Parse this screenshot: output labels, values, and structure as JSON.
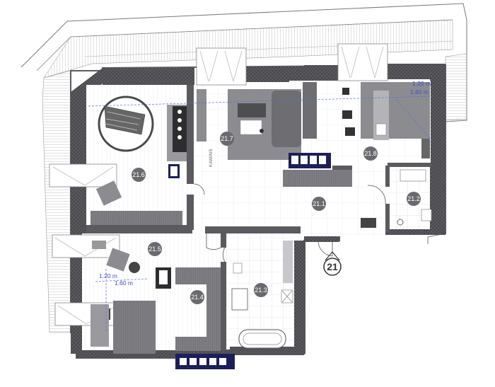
{
  "plan": {
    "rooms": [
      {
        "id": "room-21-6",
        "label": "21.6"
      },
      {
        "id": "room-21-7",
        "label": "21.7"
      },
      {
        "id": "room-21-8",
        "label": "21.8"
      },
      {
        "id": "room-21-1",
        "label": "21.1"
      },
      {
        "id": "room-21-2",
        "label": "21.2"
      },
      {
        "id": "room-21-5",
        "label": "21.5"
      },
      {
        "id": "room-21-4",
        "label": "21.4"
      },
      {
        "id": "room-21-3",
        "label": "21.3"
      }
    ],
    "entry_label": "21",
    "stair_label": "KAMINS",
    "dimensions": {
      "top_right_1": "1.20 m",
      "top_right_2": "1.60 m",
      "left_1": "1.20 m",
      "left_2": "1.60 m"
    },
    "colors": {
      "wall": "#5b5b5f",
      "tag": "#6a6a6e",
      "furniture": "#8c8c90",
      "accent_dim": "#3a4fd0",
      "window_blue": "#1c1f5a"
    }
  }
}
